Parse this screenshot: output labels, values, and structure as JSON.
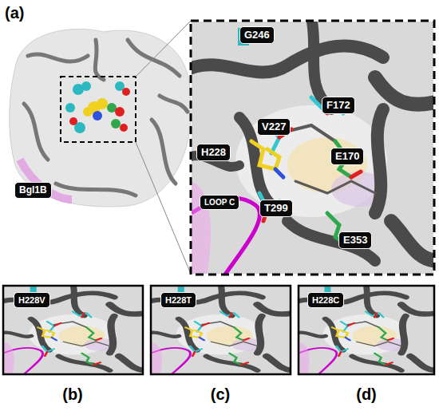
{
  "diagram": {
    "nodes": [
      {
        "text": [
          "Bgl1B"
        ]
      },
      {
        "text": [
          "G246"
        ]
      },
      {
        "text": [
          "F172"
        ]
      },
      {
        "text": [
          "V227"
        ]
      },
      {
        "text": [
          "H228"
        ]
      },
      {
        "text": [
          "E170"
        ]
      },
      {
        "text": [
          "LOOP C"
        ]
      },
      {
        "text": [
          "T299"
        ]
      },
      {
        "text": [
          "E353"
        ]
      },
      {
        "text": [
          "H228V"
        ]
      },
      {
        "text": [
          "H228T"
        ]
      },
      {
        "text": [
          "H228C"
        ]
      }
    ],
    "labels": [
      "(a)",
      "(b)",
      "(c)",
      "(d)"
    ]
  }
}
